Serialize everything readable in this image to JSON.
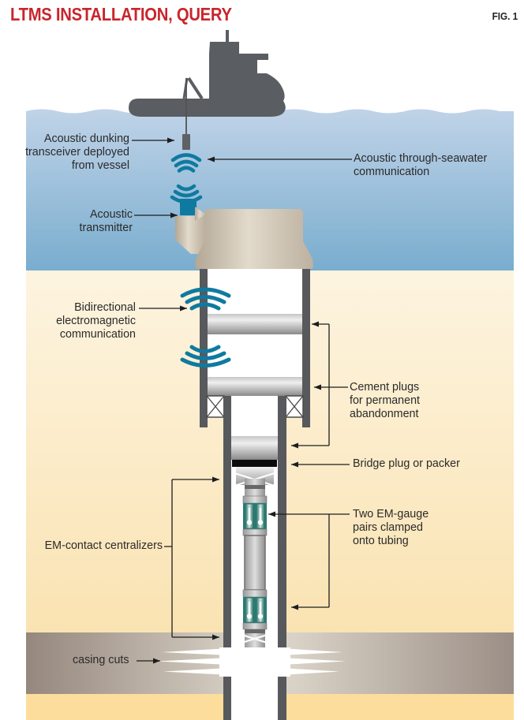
{
  "figure": {
    "title": "LTMS INSTALLATION, QUERY",
    "fig_label": "FIG. 1",
    "labels": {
      "dunking_transceiver": "Acoustic dunking\ntransceiver deployed\nfrom vessel",
      "through_seawater": "Acoustic through-seawater\ncommunication",
      "acoustic_transmitter": "Acoustic\ntransmitter",
      "bidirectional_em": "Bidirectional\nelectromagnetic\ncommunication",
      "cement_plugs": "Cement plugs\nfor permanent\nabandonment",
      "bridge_plug": "Bridge plug or packer",
      "em_gauges": "Two EM-gauge\npairs clamped\nonto tubing",
      "centralizers": "EM-contact centralizers",
      "casing_cuts": "casing cuts"
    },
    "colors": {
      "title_red": "#c9252c",
      "text": "#2b2a2a",
      "water_top": "#c0d3e8",
      "water_bottom": "#79adce",
      "sand_top": "#fdf4e0",
      "sand_bottom": "#fae3b2",
      "rock_dark": "#97897f",
      "rock_light": "#d9d2c6",
      "bottom_band": "#fcdd9c",
      "teal_accent": "#0f7aa0",
      "gauge_teal": "#2c7b72",
      "casing_gray": "#58595c",
      "ship_gray": "#5a5d61",
      "wellhead_tan_light": "#e2dacb",
      "wellhead_tan_dark": "#b3a795"
    }
  }
}
